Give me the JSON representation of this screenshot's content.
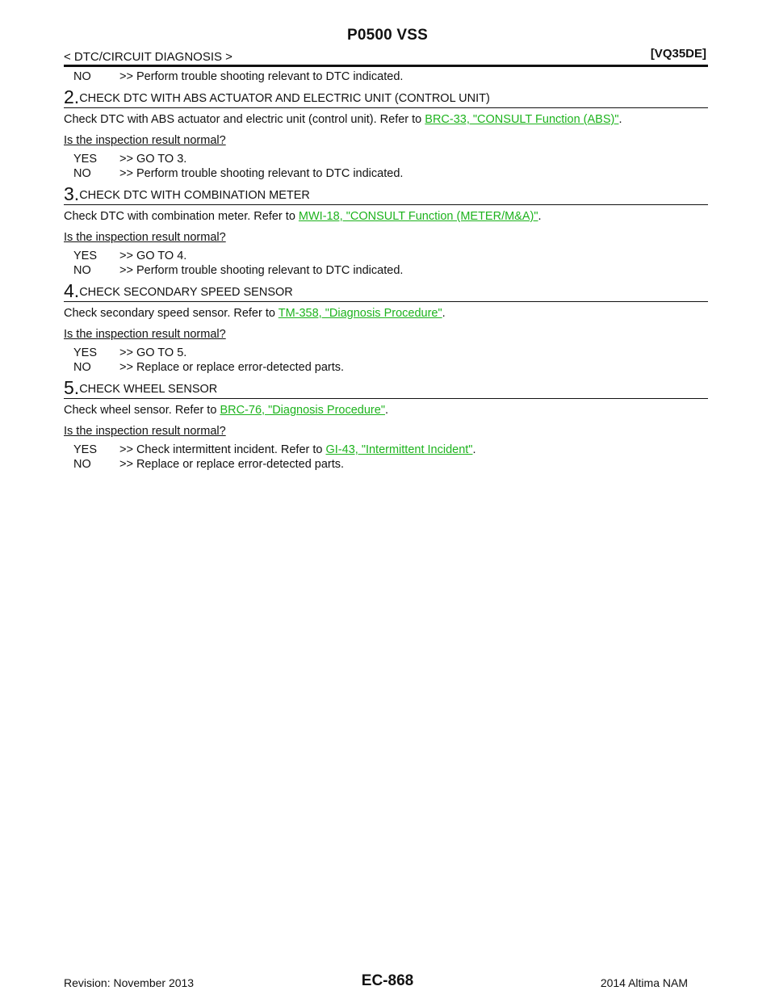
{
  "header": {
    "title": "P0500 VSS",
    "section": "< DTC/CIRCUIT DIAGNOSIS >",
    "model": "[VQ35DE]"
  },
  "intro": {
    "key": "NO",
    "text": ">> Perform trouble shooting relevant to DTC indicated."
  },
  "steps": [
    {
      "num": "2.",
      "title": "CHECK DTC WITH ABS ACTUATOR AND ELECTRIC UNIT (CONTROL UNIT)",
      "body_pre": "Check DTC with ABS actuator and electric unit (control unit). Refer to ",
      "link": "BRC-33, \"CONSULT Function (ABS)\"",
      "body_post": ".",
      "question": "Is the inspection result normal?",
      "yes": {
        "key": "YES",
        "text": ">> GO TO 3."
      },
      "no": {
        "key": "NO",
        "text": ">> Perform trouble shooting relevant to DTC indicated."
      }
    },
    {
      "num": "3.",
      "title": "CHECK DTC WITH COMBINATION METER",
      "body_pre": "Check DTC with combination meter. Refer to ",
      "link": "MWI-18, \"CONSULT Function (METER/M&A)\"",
      "body_post": ".",
      "question": "Is the inspection result normal?",
      "yes": {
        "key": "YES",
        "text": ">> GO TO 4."
      },
      "no": {
        "key": "NO",
        "text": ">> Perform trouble shooting relevant to DTC indicated."
      }
    },
    {
      "num": "4.",
      "title": "CHECK SECONDARY SPEED SENSOR",
      "body_pre": "Check secondary speed sensor. Refer to ",
      "link": "TM-358, \"Diagnosis Procedure\"",
      "body_post": ".",
      "question": "Is the inspection result normal?",
      "yes": {
        "key": "YES",
        "text": ">> GO TO 5."
      },
      "no": {
        "key": "NO",
        "text": ">> Replace or replace error-detected parts."
      }
    },
    {
      "num": "5.",
      "title": "CHECK WHEEL SENSOR",
      "body_pre": "Check wheel sensor. Refer to ",
      "link": "BRC-76, \"Diagnosis Procedure\"",
      "body_post": ".",
      "question": "Is the inspection result normal?",
      "yes": {
        "key": "YES",
        "text": ">> Check intermittent incident. Refer to ",
        "link": "GI-43, \"Intermittent Incident\"",
        "post": "."
      },
      "no": {
        "key": "NO",
        "text": ">> Replace or replace error-detected parts."
      }
    }
  ],
  "footer": {
    "revision": "Revision: November 2013",
    "page": "EC-868",
    "edition": "2014 Altima NAM"
  },
  "colors": {
    "link": "#1db31d",
    "text": "#111111"
  }
}
